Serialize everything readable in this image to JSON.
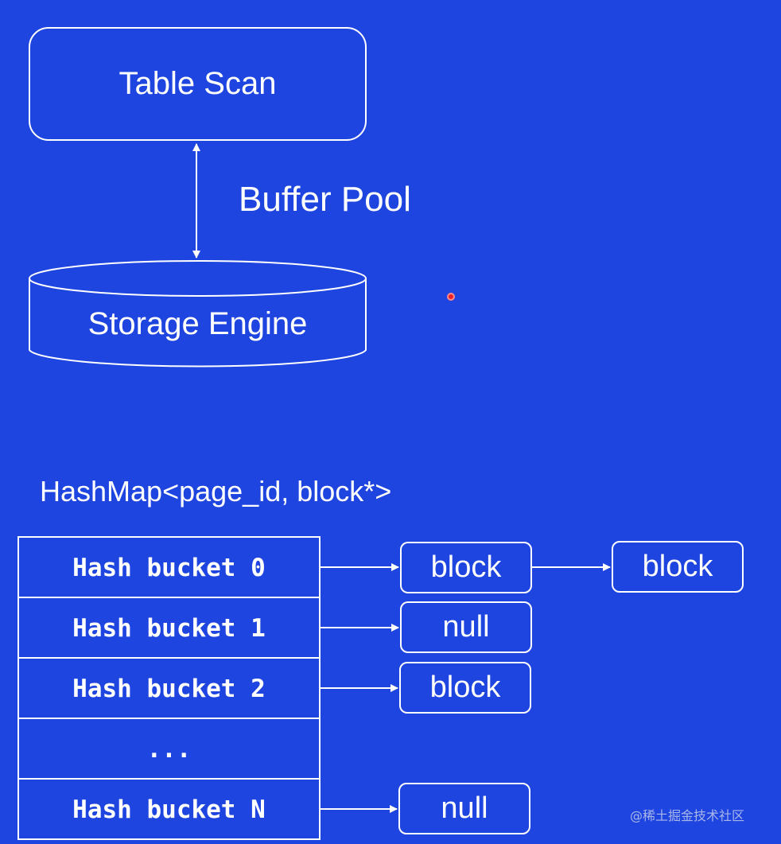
{
  "diagram": {
    "table_scan": "Table Scan",
    "buffer_pool": "Buffer Pool",
    "storage_engine": "Storage Engine",
    "hashmap_title": "HashMap<page_id, block*>",
    "buckets": [
      "Hash bucket 0",
      "Hash bucket 1",
      "Hash bucket 2",
      "...",
      "Hash bucket N"
    ],
    "entries": {
      "bucket0_first": "block",
      "bucket0_second": "block",
      "bucket1": "null",
      "bucket2": "block",
      "bucketN": "null"
    }
  },
  "watermark": "@稀土掘金技术社区",
  "colors": {
    "background": "#1f45e0",
    "foreground": "#ffffff",
    "cursor_dot": "#e8202a"
  },
  "icons": {
    "cursor": "red-pointer-dot"
  }
}
